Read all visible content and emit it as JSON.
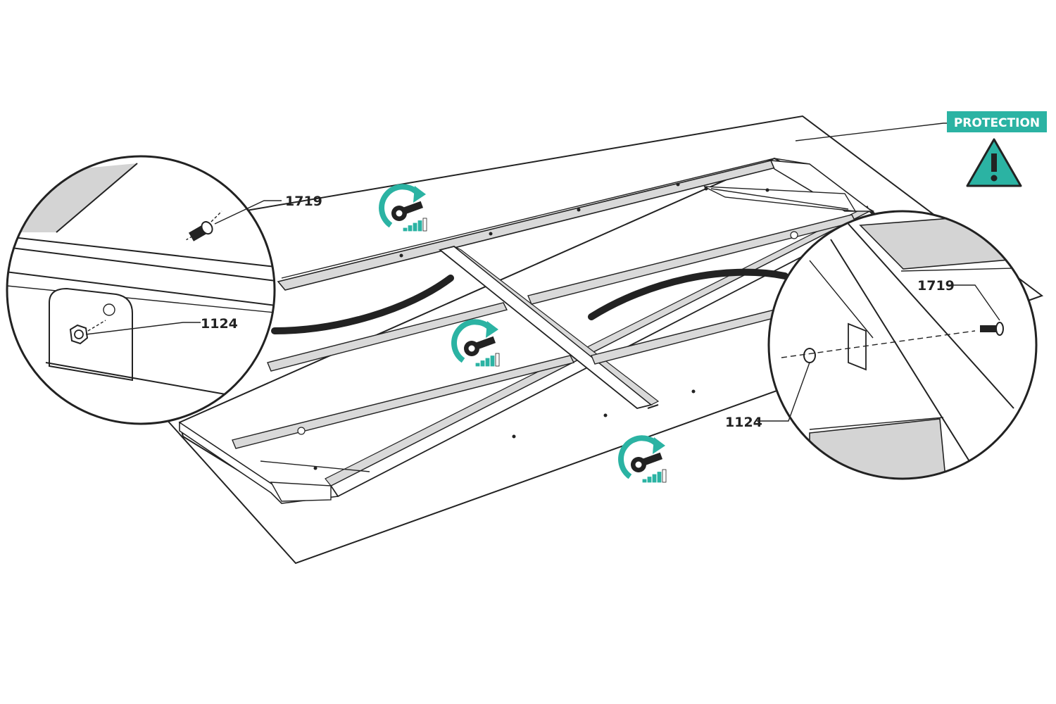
{
  "labels": {
    "left_top_part": "1719",
    "left_bottom_part": "1124",
    "right_top_part": "1719",
    "right_bottom_part": "1124"
  },
  "warning": {
    "text": "PROTECTION",
    "icon": "warning-triangle-icon"
  },
  "tool_icons": {
    "icon": "wrench-tighten-icon",
    "level_bars_filled": 4,
    "level_bars_total": 5
  },
  "colors": {
    "accent": "#2bb3a3",
    "line": "#222222",
    "shade": "#d4d4d4"
  }
}
